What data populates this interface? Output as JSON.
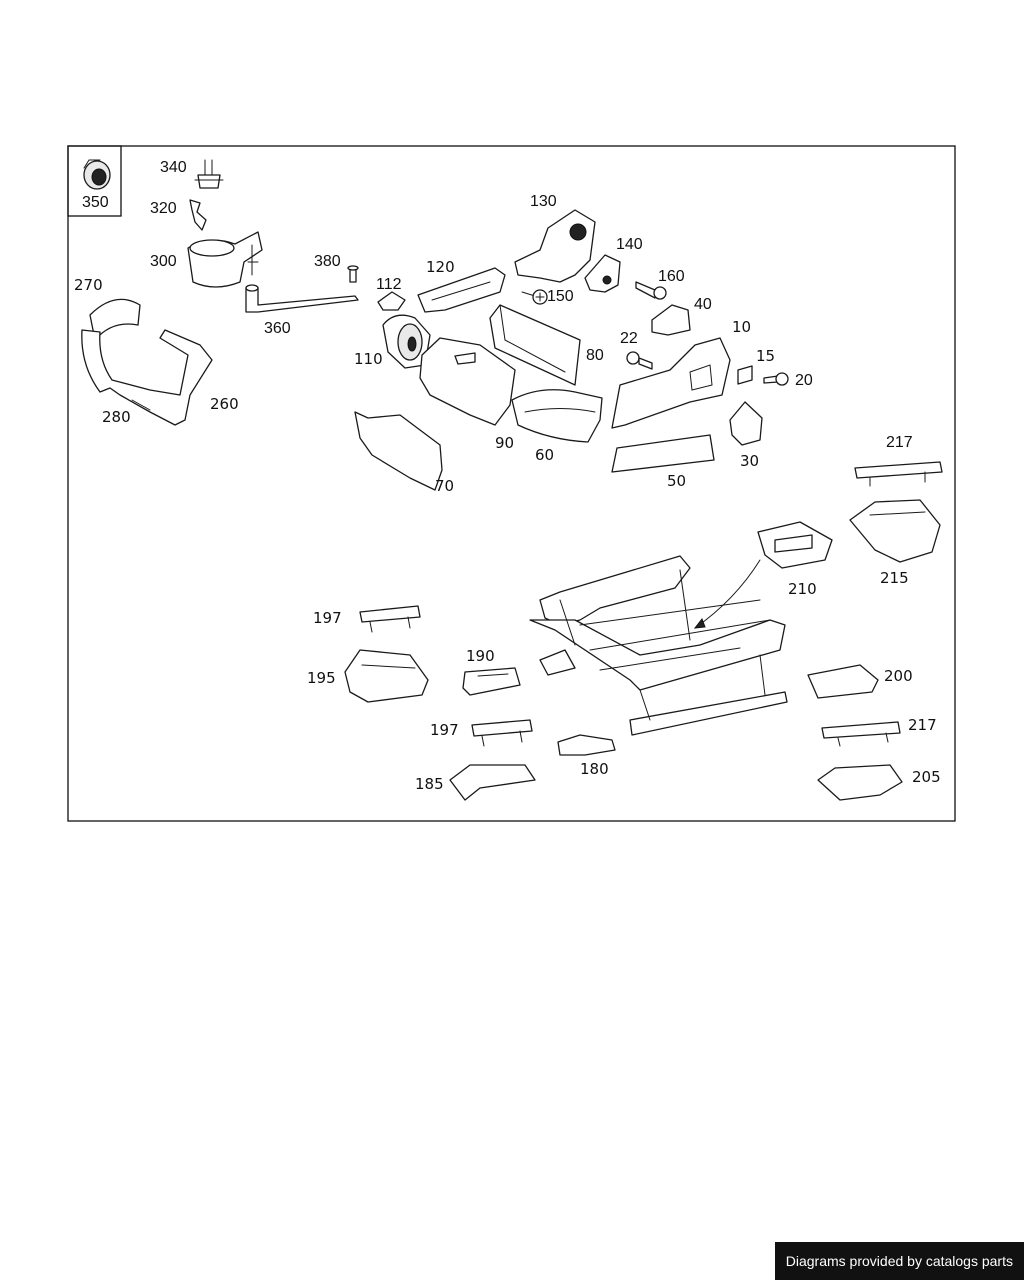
{
  "callouts": {
    "c350": "350",
    "c340": "340",
    "c320": "320",
    "c300": "300",
    "c380": "380",
    "c360": "360",
    "c270": "270",
    "c280": "280",
    "c260": "260",
    "c112": "112",
    "c110": "110",
    "c120": "120",
    "c130": "130",
    "c140": "140",
    "c150": "150",
    "c160": "160",
    "c40": "40",
    "c10": "10",
    "c22": "22",
    "c15": "15",
    "c20": "20",
    "c80": "80",
    "c90": "90",
    "c60": "60",
    "c70": "70",
    "c50": "50",
    "c30": "30",
    "c217a": "217",
    "c215": "215",
    "c210": "210",
    "c197a": "197",
    "c195": "195",
    "c190": "190",
    "c200": "200",
    "c197b": "197",
    "c217b": "217",
    "c180": "180",
    "c185": "185",
    "c205": "205"
  },
  "footer": {
    "text": "Diagrams provided by catalogs parts"
  }
}
